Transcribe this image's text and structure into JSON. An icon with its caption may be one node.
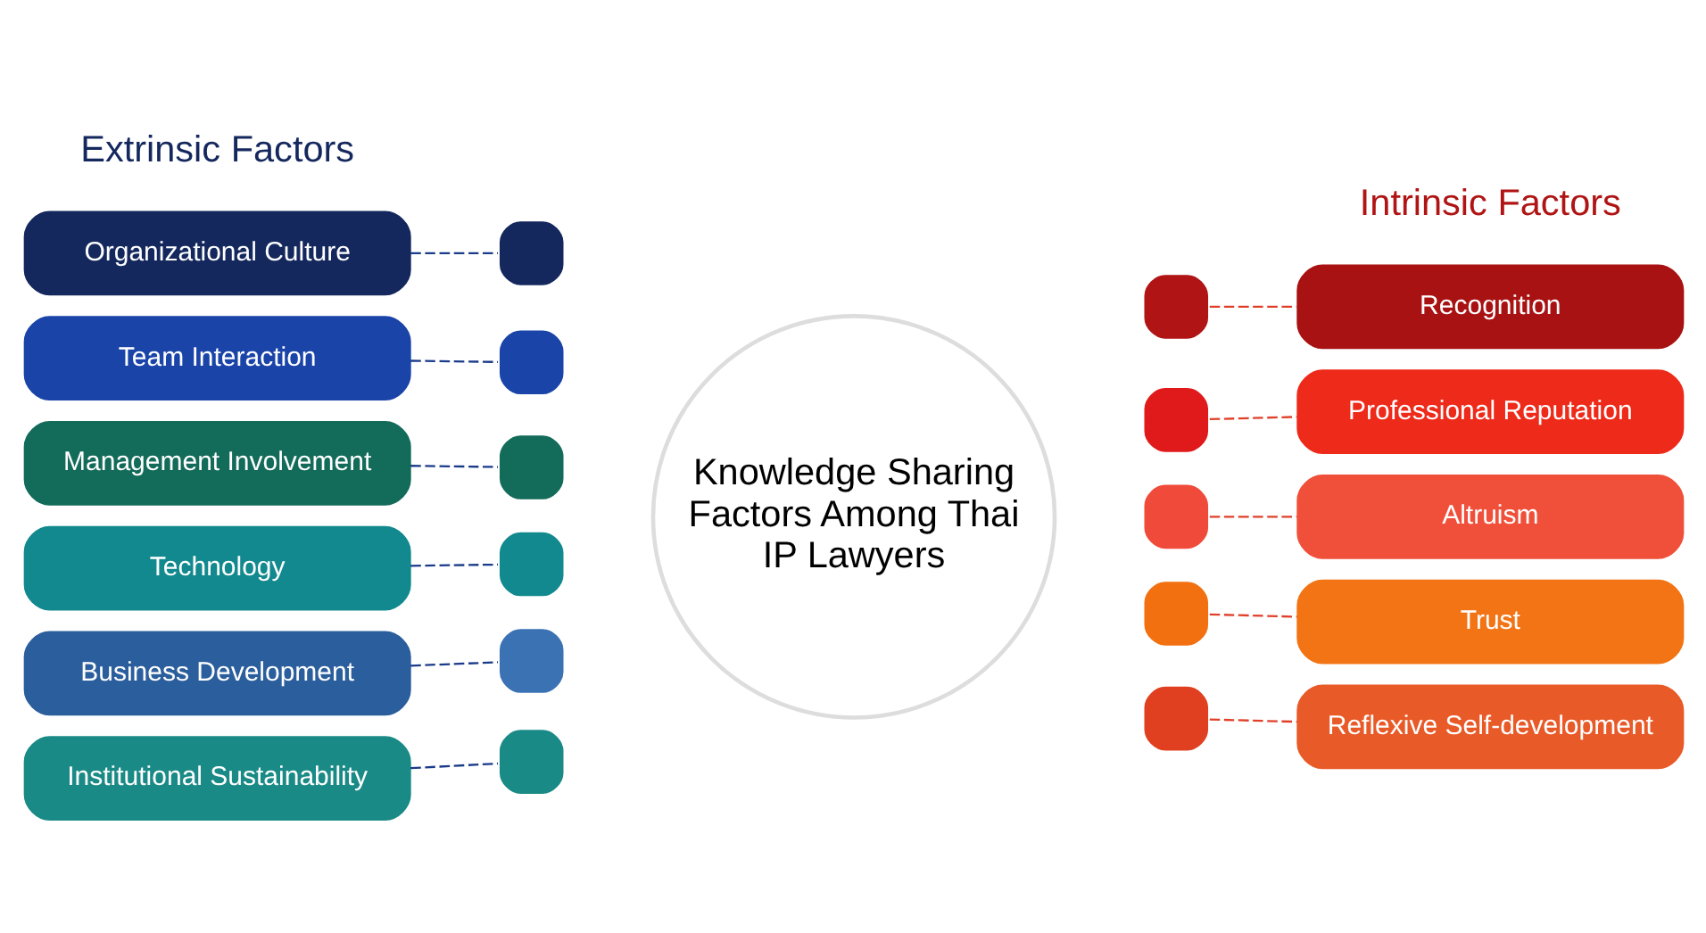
{
  "diagram": {
    "nodes": [
      {
        "text": [
          "Organizational Culture"
        ]
      },
      {
        "text": [
          "Team Interaction"
        ]
      },
      {
        "text": [
          "Management Involvement"
        ]
      },
      {
        "text": [
          "Technology"
        ]
      },
      {
        "text": [
          "Business Development"
        ]
      },
      {
        "text": [
          "Institutional Sustainability"
        ]
      },
      {
        "text": [
          "Knowledge Sharing Factors Among Thai IP Lawyers"
        ]
      },
      {
        "text": [],
        "shape": "arc"
      },
      {
        "text": [],
        "shape": "arc"
      },
      {
        "text": [],
        "shape": "arc"
      },
      {
        "text": [],
        "shape": "arc"
      },
      {
        "text": [],
        "shape": "arc"
      },
      {
        "text": [],
        "shape": "arc"
      },
      {
        "text": [],
        "shape": "arc"
      },
      {
        "text": [],
        "shape": "arc"
      },
      {
        "text": [],
        "shape": "arc"
      },
      {
        "text": [],
        "shape": "arc"
      },
      {
        "text": [],
        "shape": "arc"
      },
      {
        "text": [
          "Recognition"
        ]
      },
      {
        "text": [
          "Professional Reputation"
        ]
      },
      {
        "text": [
          "Altruism"
        ]
      },
      {
        "text": [
          "Trust"
        ]
      },
      {
        "text": [
          "Reflexive Self-development"
        ]
      }
    ],
    "edges": [
      {
        "from": 0,
        "to": 7,
        "arrow": "none",
        "style": "dashed"
      },
      {
        "from": 1,
        "to": 8,
        "arrow": "none",
        "style": "dashed"
      },
      {
        "from": 2,
        "to": 9,
        "arrow": "none",
        "style": "dashed"
      },
      {
        "from": 3,
        "to": 10,
        "arrow": "none",
        "style": "dashed"
      },
      {
        "from": 4,
        "to": 11,
        "arrow": "none",
        "style": "dashed"
      },
      {
        "from": 5,
        "to": 12,
        "arrow": "none",
        "style": "dashed"
      },
      {
        "from": 18,
        "to": 13,
        "arrow": "none",
        "style": "dashed",
        "color": "#e0402a"
      },
      {
        "from": 19,
        "to": 14,
        "arrow": "none",
        "style": "dashed",
        "color": "#e0402a"
      },
      {
        "from": 20,
        "to": 15,
        "arrow": "none",
        "style": "dashed",
        "color": "#e0402a"
      },
      {
        "from": 21,
        "to": 16,
        "arrow": "none",
        "style": "dashed",
        "color": "#e0402a"
      },
      {
        "from": 22,
        "to": 17,
        "arrow": "none",
        "style": "dashed",
        "color": "#e0402a"
      }
    ],
    "labels": [
      "Extrinsic Factors",
      "Intrinsic Factors"
    ]
  }
}
